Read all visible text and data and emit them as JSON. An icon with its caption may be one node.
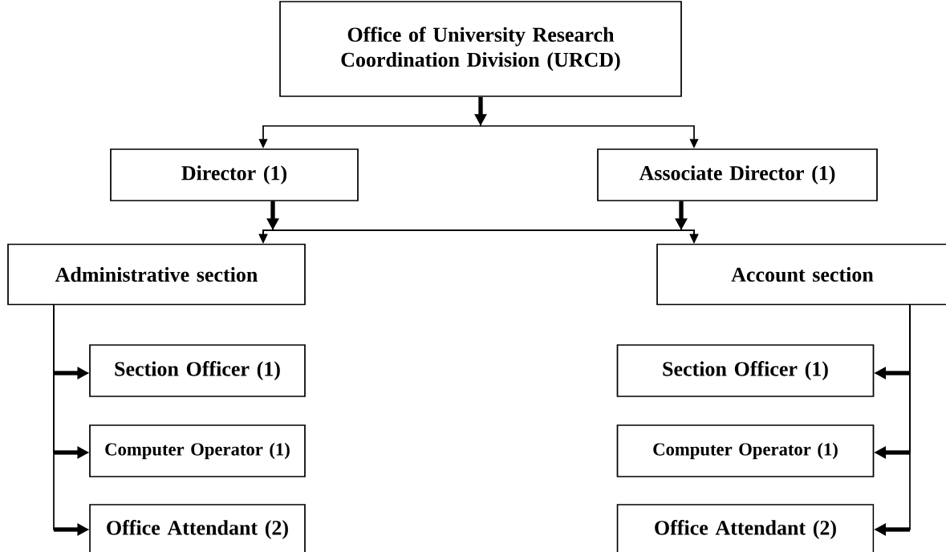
{
  "diagram": {
    "nodes": [
      {
        "text": [
          "Office of University Research Coordination Division (URCD)"
        ]
      },
      {
        "text": [
          "Director (1)"
        ]
      },
      {
        "text": [
          "Associate Director (1)"
        ]
      },
      {
        "text": [
          "Administrative section"
        ]
      },
      {
        "text": [
          "Account section"
        ]
      },
      {
        "text": [
          "Section Officer (1)"
        ]
      },
      {
        "text": [
          "Computer Operator (1)"
        ]
      },
      {
        "text": [
          "Office Attendant (2)"
        ]
      },
      {
        "text": [
          "Section Officer (1)"
        ]
      },
      {
        "text": [
          "Computer Operator (1)"
        ]
      },
      {
        "text": [
          "Office Attendant (2)"
        ]
      }
    ],
    "edges": [
      {
        "from": 0,
        "to": 1,
        "arrow": "to"
      },
      {
        "from": 0,
        "to": 2,
        "arrow": "to"
      },
      {
        "from": 1,
        "to": 3,
        "arrow": "to"
      },
      {
        "from": 1,
        "to": 4,
        "arrow": "to"
      },
      {
        "from": 2,
        "to": 3,
        "arrow": "to"
      },
      {
        "from": 2,
        "to": 4,
        "arrow": "to"
      },
      {
        "from": 3,
        "to": 5,
        "arrow": "to"
      },
      {
        "from": 3,
        "to": 6,
        "arrow": "to"
      },
      {
        "from": 3,
        "to": 7,
        "arrow": "to"
      },
      {
        "from": 4,
        "to": 8,
        "arrow": "to"
      },
      {
        "from": 4,
        "to": 9,
        "arrow": "to"
      },
      {
        "from": 4,
        "to": 10,
        "arrow": "to"
      }
    ]
  }
}
